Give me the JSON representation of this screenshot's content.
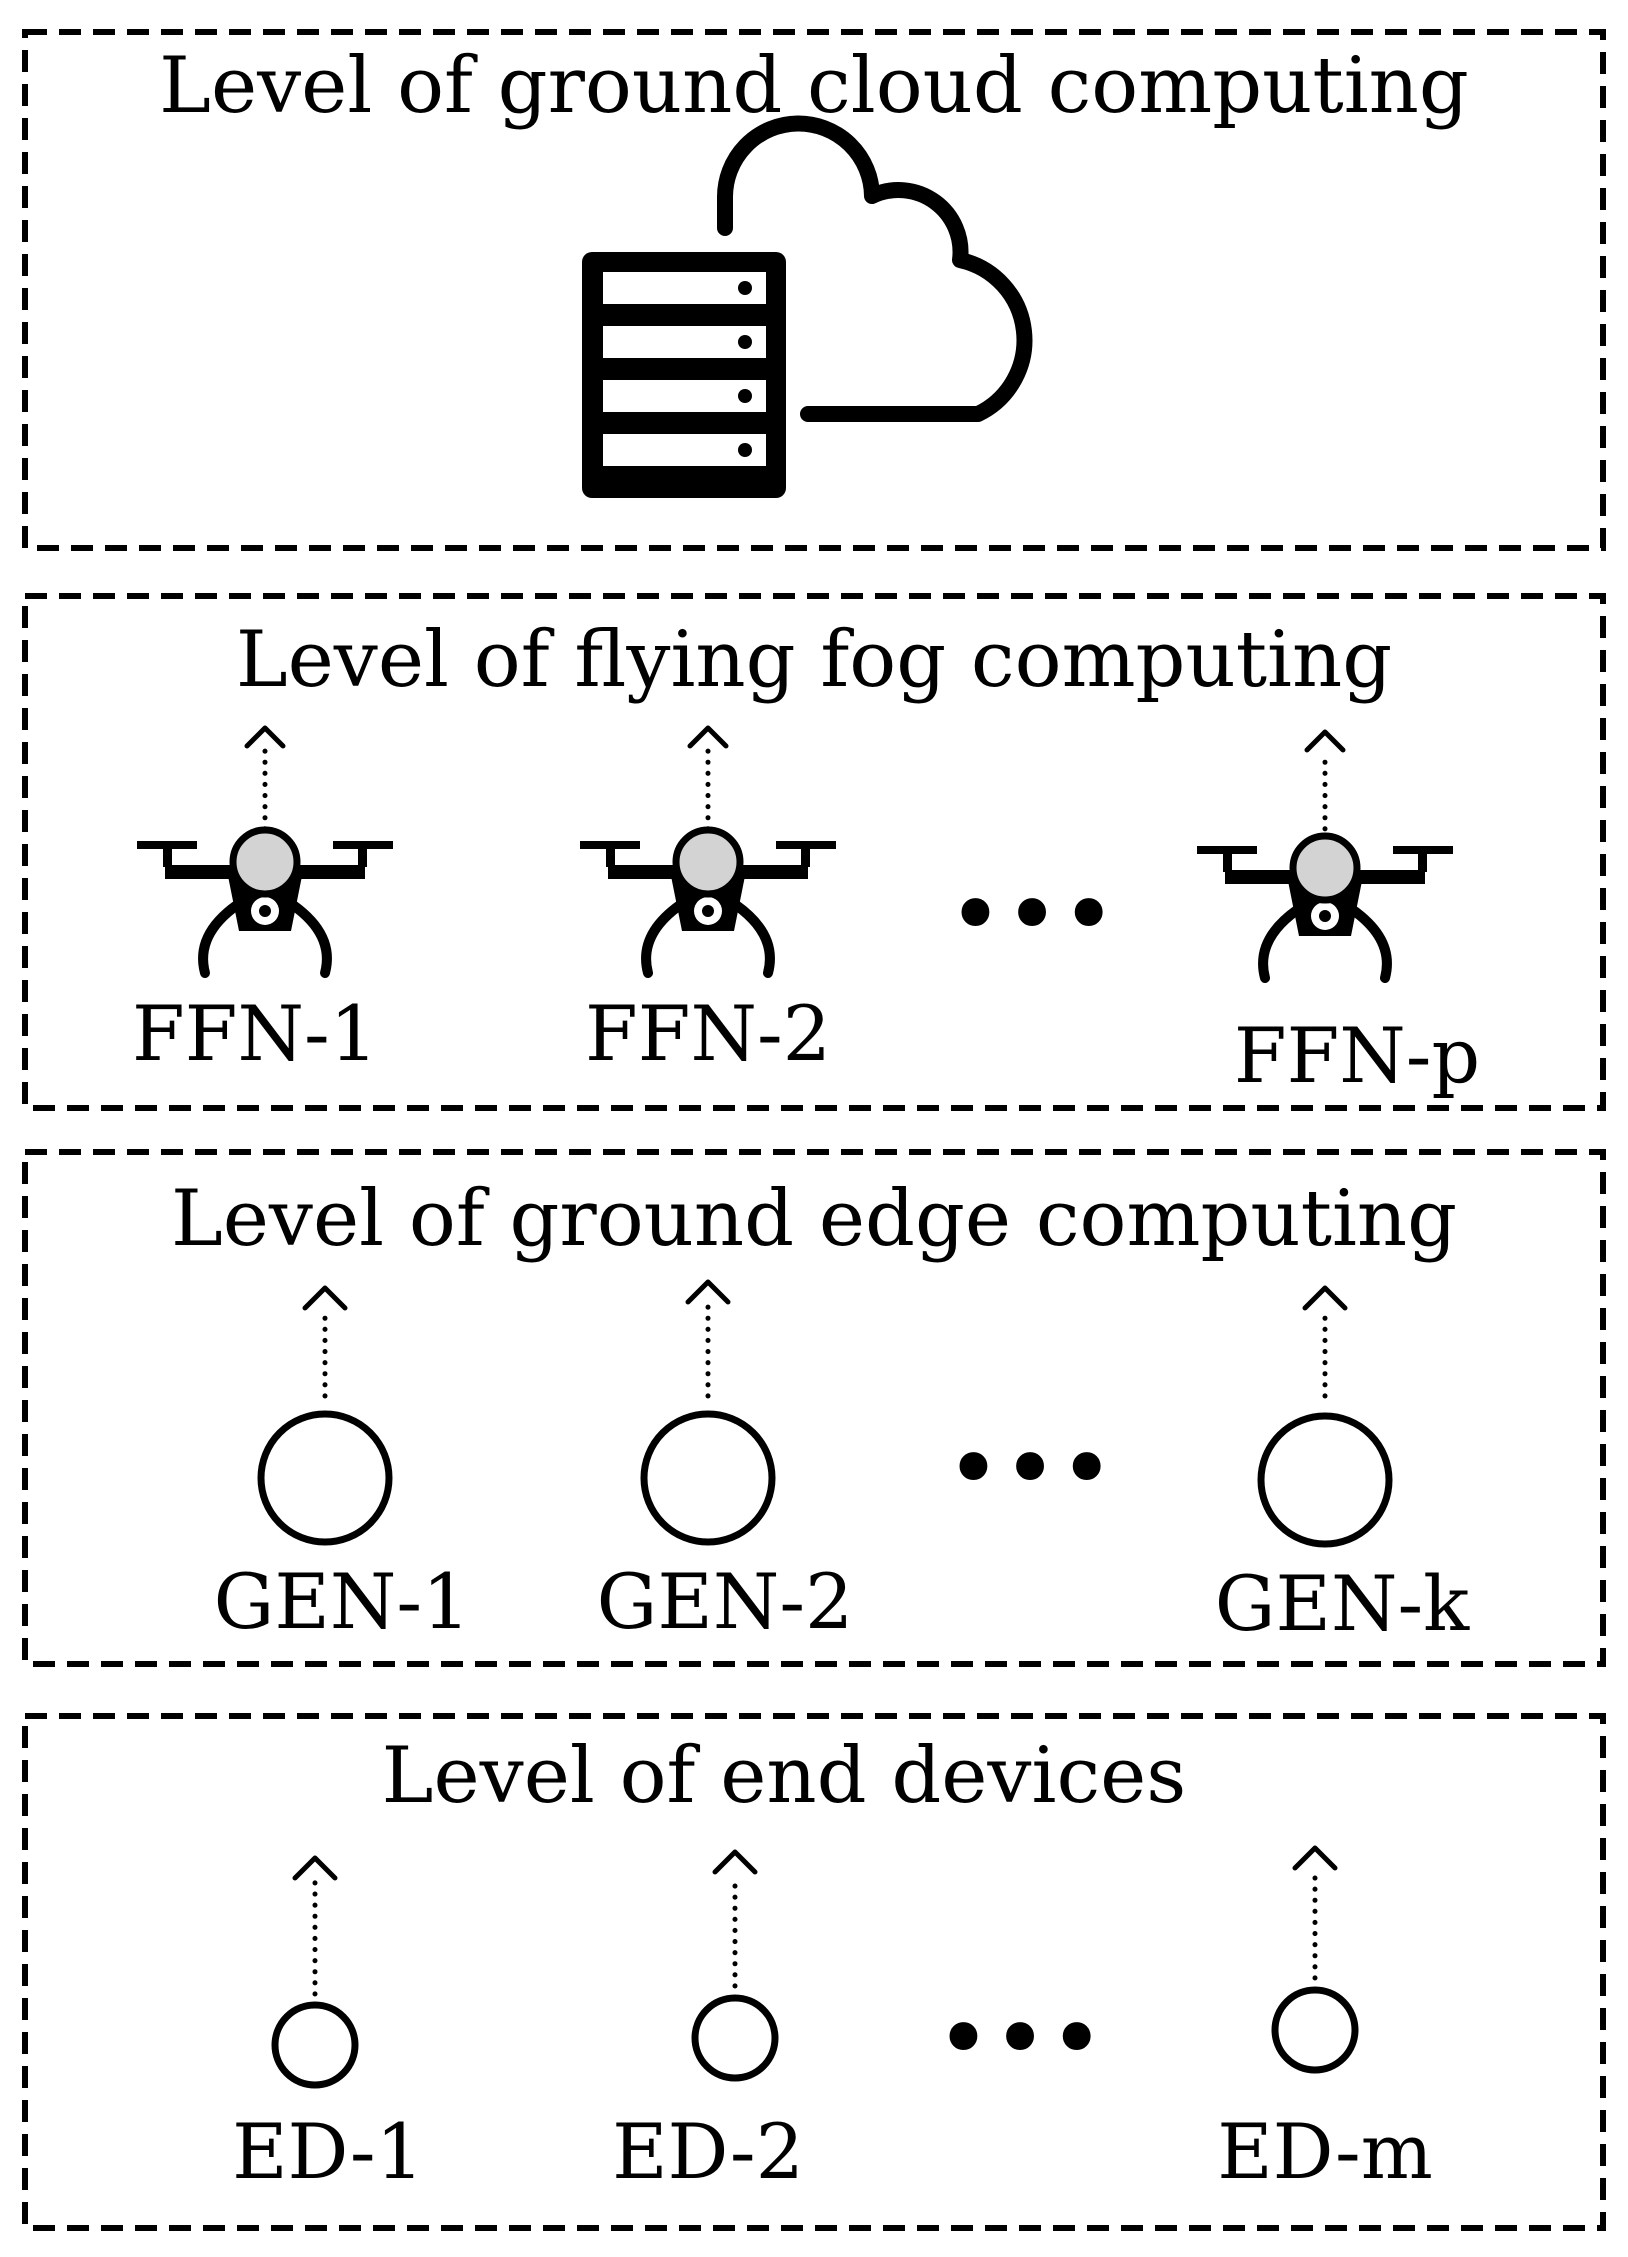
{
  "levels": {
    "cloud": {
      "title": "Level of ground cloud computing",
      "icon": "cloud-server-icon"
    },
    "fog": {
      "title": "Level of flying fog computing",
      "icon": "drone-icon",
      "nodes": [
        "FFN-1",
        "FFN-2",
        "FFN-p"
      ],
      "ellipsis": "•••"
    },
    "edge": {
      "title": "Level of ground edge computing",
      "nodes": [
        "GEN-1",
        "GEN-2",
        "GEN-k"
      ],
      "ellipsis": "•••"
    },
    "devices": {
      "title": "Level of end devices",
      "nodes": [
        "ED-1",
        "ED-2",
        "ED-m"
      ],
      "ellipsis": "•••"
    }
  },
  "colors": {
    "stroke": "#000000",
    "drone_hub": "#d3d3d3",
    "background": "#ffffff"
  }
}
